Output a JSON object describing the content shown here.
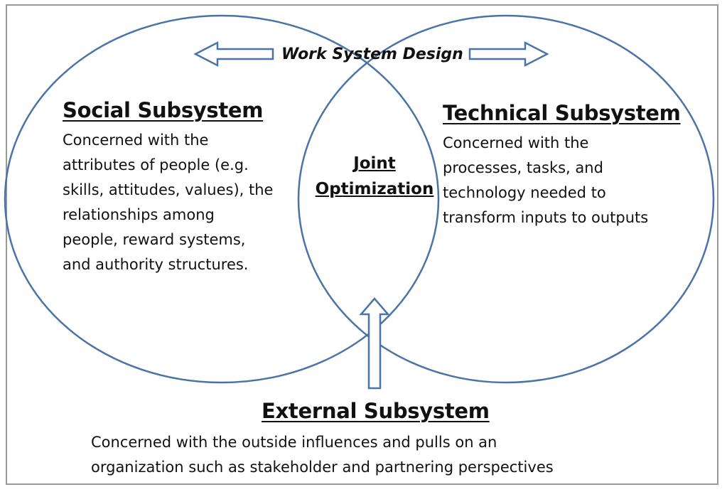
{
  "title": "Work System Design",
  "social": {
    "heading": "Social Subsystem",
    "lines": [
      "Concerned with the",
      "attributes of people (e.g.",
      "skills, attitudes, values), the",
      "relationships among",
      "people, reward systems,",
      "and authority structures."
    ]
  },
  "technical": {
    "heading": "Technical Subsystem",
    "lines": [
      "Concerned with the",
      "processes, tasks, and",
      "technology needed to",
      "transform inputs to outputs"
    ]
  },
  "joint": {
    "line1": "Joint",
    "line2": "Optimization"
  },
  "external": {
    "heading": "External Subsystem",
    "lines": [
      "Concerned with the outside influences and pulls on an",
      "organization such as stakeholder and partnering perspectives"
    ]
  },
  "colors": {
    "outline": "#4a74a8",
    "frame": "#9a9a9a"
  }
}
